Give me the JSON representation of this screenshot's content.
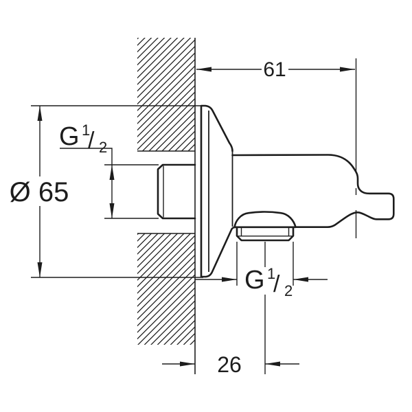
{
  "drawing": {
    "background_color": "#ffffff",
    "line_color": "#1d1d1d",
    "type": "technical-dimension-drawing",
    "part": "wall-union-with-shower-holder",
    "dimensions": {
      "top_width": "61",
      "flange_diameter": "Ø 65",
      "bottom_offset": "26",
      "thread_size_wall": {
        "prefix": "G",
        "numerator": "1",
        "slash": "/",
        "denominator": "2"
      },
      "thread_size_outlet": {
        "prefix": "G",
        "numerator": "1",
        "slash": "/",
        "denominator": "2"
      }
    }
  }
}
